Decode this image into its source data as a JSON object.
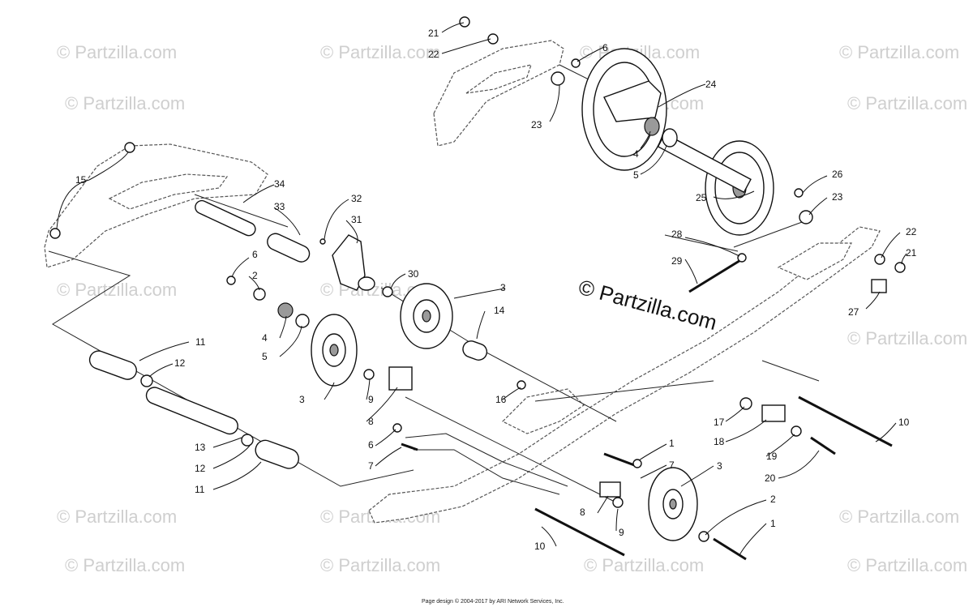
{
  "watermark": {
    "small_text": "© Partzilla.com",
    "center_text": "© Partzilla.com"
  },
  "footer": {
    "text": "Page design © 2004-2017 by ARI Network Services, Inc."
  },
  "callouts": {
    "c21a": "21",
    "c22a": "22",
    "c6a": "6",
    "c24": "24",
    "c23a": "23",
    "c4a": "4",
    "c5a": "5",
    "c25": "25",
    "c26": "26",
    "c23b": "23",
    "c28": "28",
    "c29": "29",
    "c22b": "22",
    "c21b": "21",
    "c27": "27",
    "c15": "15",
    "c34": "34",
    "c33": "33",
    "c32": "32",
    "c31": "31",
    "c30": "30",
    "c6b": "6",
    "c2a": "2",
    "c4b": "4",
    "c5b": "5",
    "c3a": "3",
    "c3b": "3",
    "c14": "14",
    "c11a": "11",
    "c12a": "12",
    "c9a": "9",
    "c8a": "8",
    "c16": "16",
    "c17": "17",
    "c18": "18",
    "c19": "19",
    "c20": "20",
    "c10a": "10",
    "c1a": "1",
    "c7a": "7",
    "c6c": "6",
    "c7b": "7",
    "c13": "13",
    "c12b": "12",
    "c11b": "11",
    "c3c": "3",
    "c8b": "8",
    "c9b": "9",
    "c2b": "2",
    "c1b": "1",
    "c10b": "10"
  }
}
